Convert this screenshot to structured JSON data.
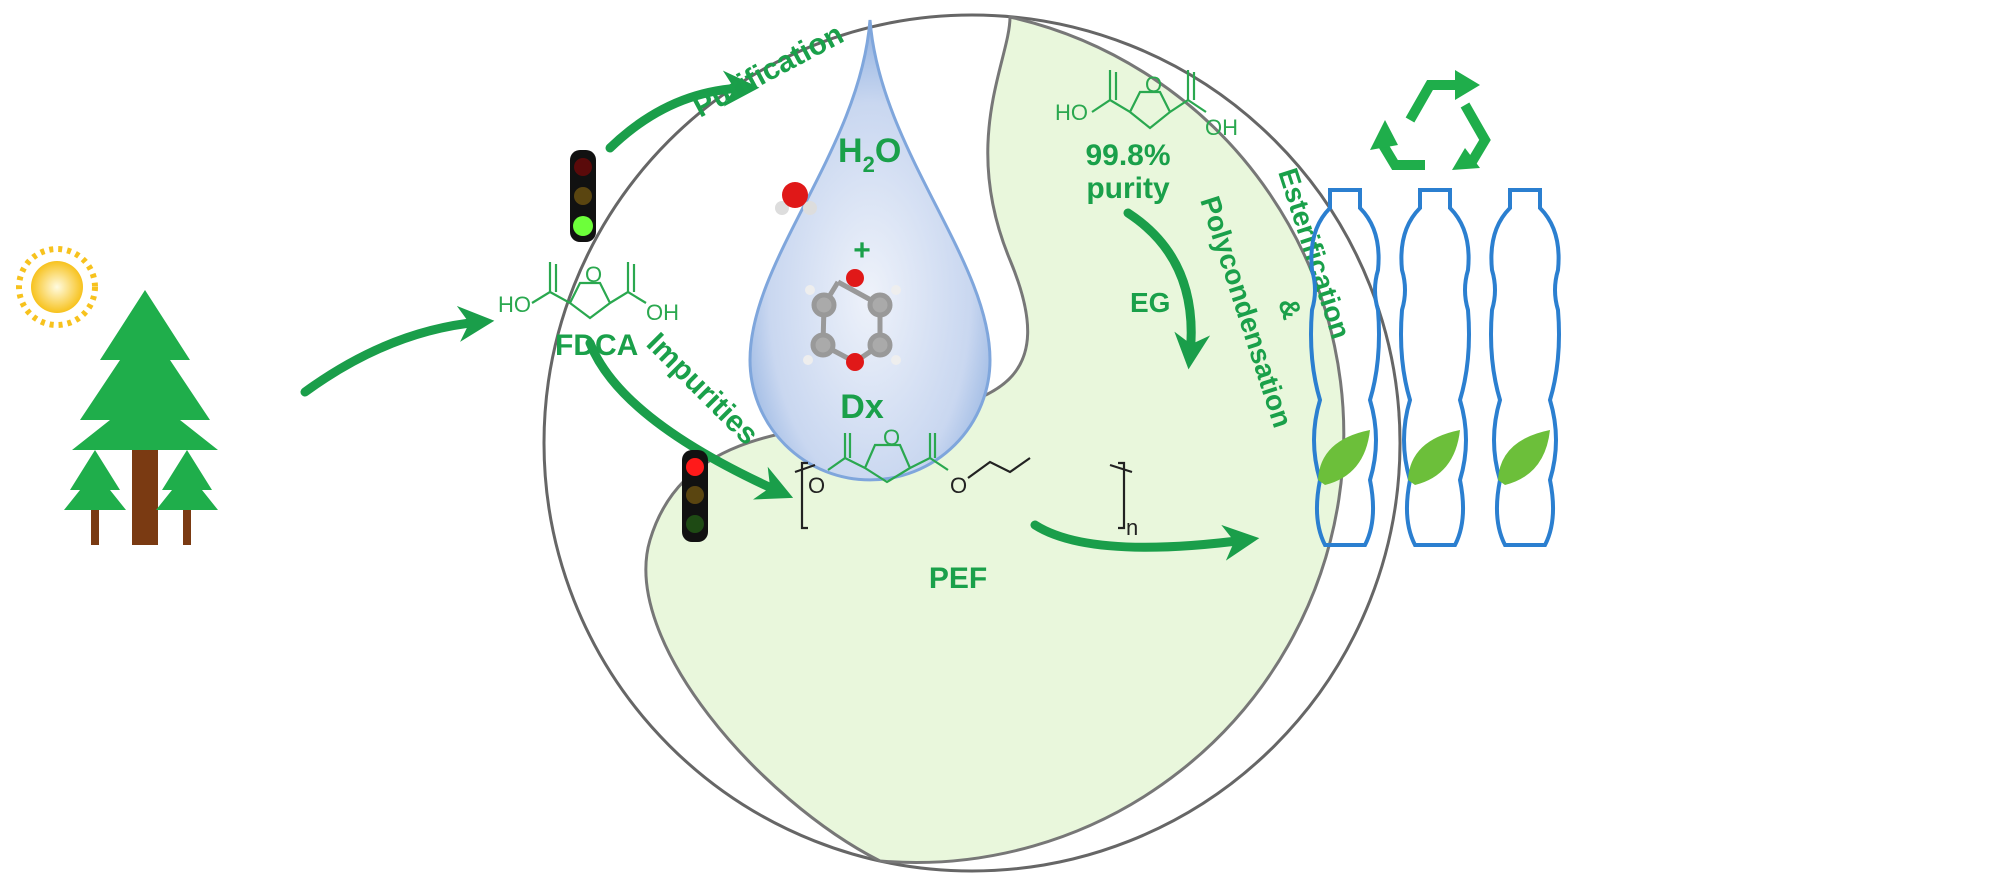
{
  "labels": {
    "purification": "Purification",
    "impurities": "Impurities",
    "water": "H",
    "water_sub": "2",
    "water_o": "O",
    "plus": "+",
    "dioxane": "Dx",
    "fdca": "FDCA",
    "purity_value": "99.8%",
    "purity_word": "purity",
    "eg": "EG",
    "esterification": "Esterification",
    "ampersand": "&",
    "polycondensation": "Polycondensation",
    "pef": "PEF",
    "n": "n",
    "ho": "HO",
    "oh": "OH",
    "o": "O"
  },
  "colors": {
    "accent_green": "#1aa04a",
    "light_green_fill": "#e9f7dc",
    "tree_green": "#1fae4b",
    "trunk_brown": "#7a3a12",
    "bottle_blue": "#2b7fd0",
    "sun_yellow": "#f7c21d"
  }
}
